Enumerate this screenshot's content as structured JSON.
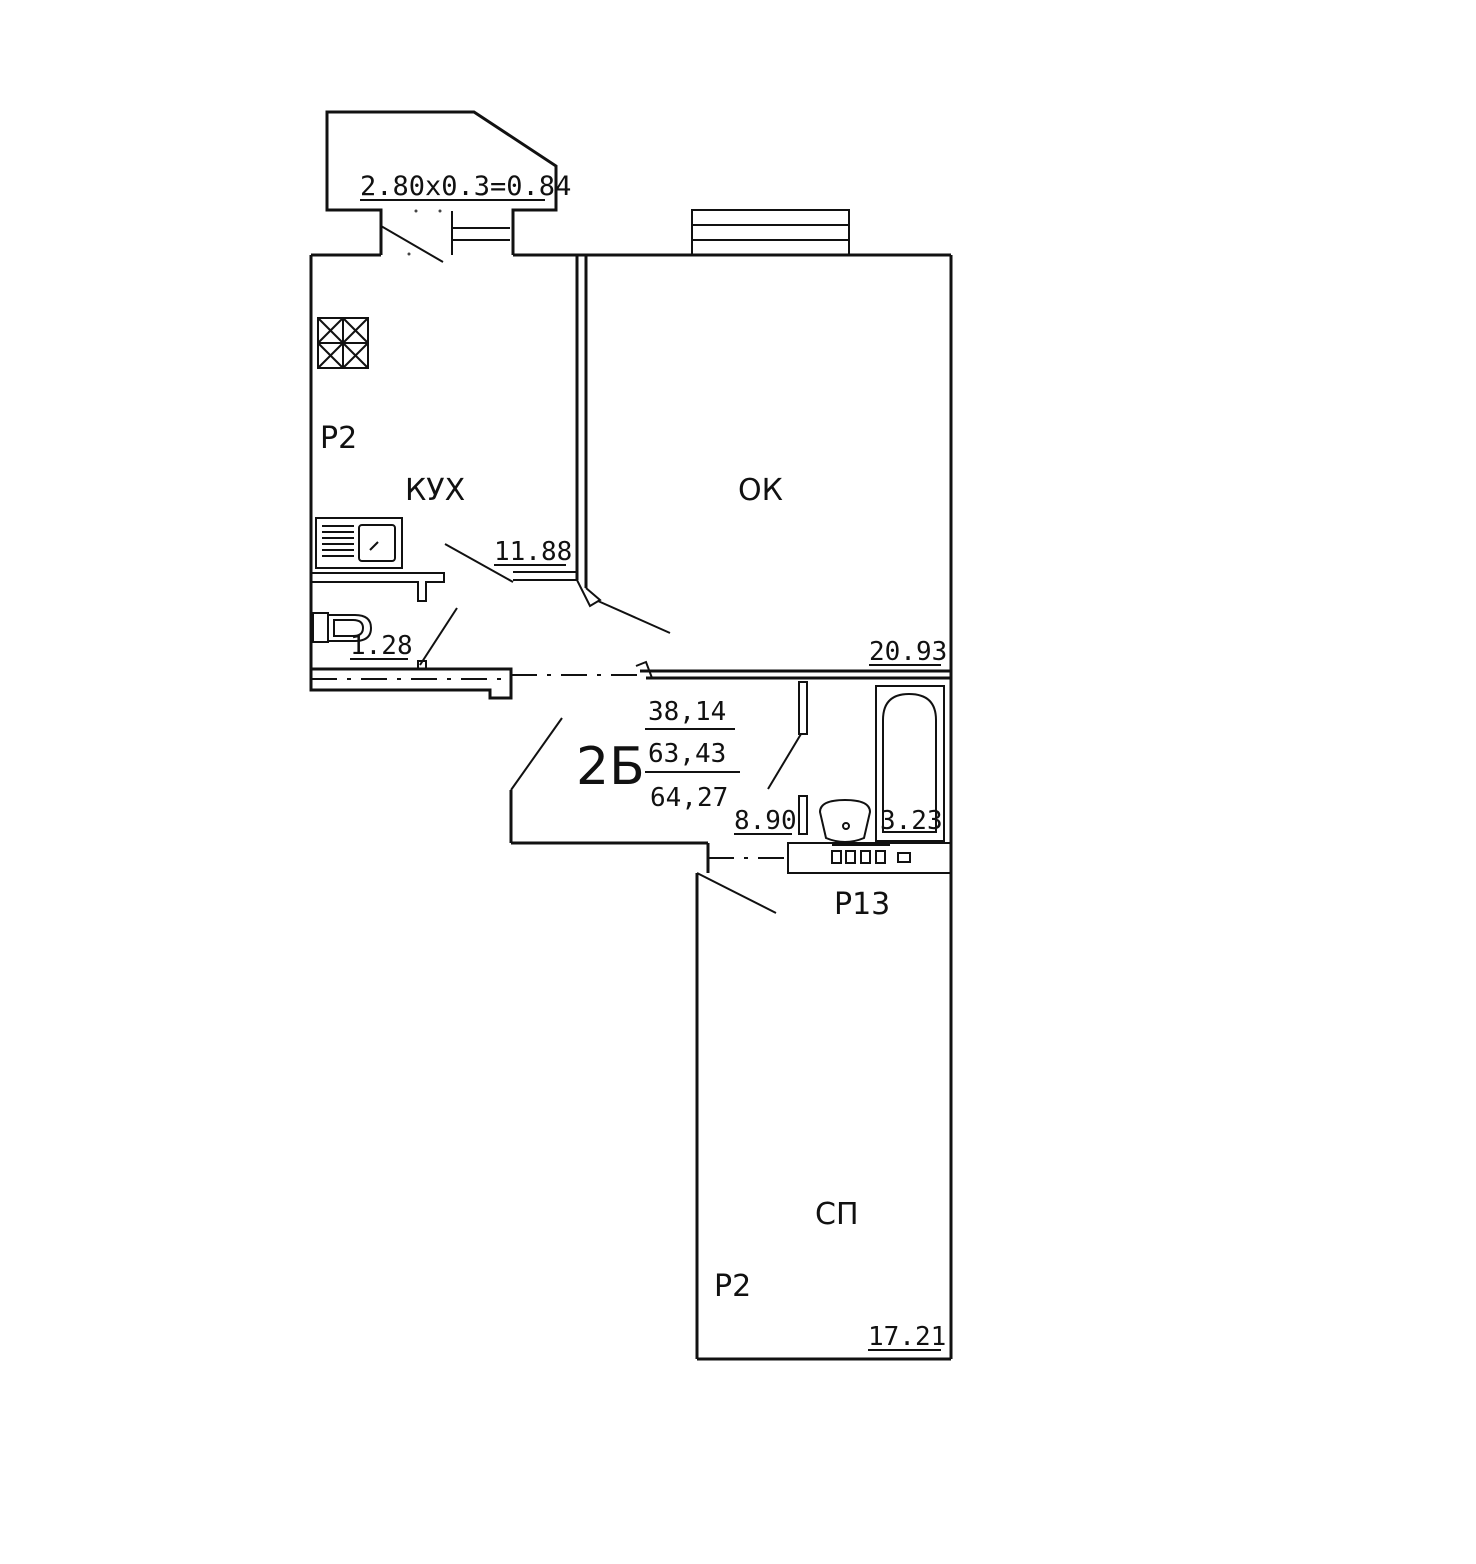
{
  "balcony": {
    "dims": "2.80x0.3=0.84"
  },
  "kitchen": {
    "label": "КУХ",
    "area": "11.88",
    "finish": "Р2"
  },
  "living": {
    "label": "ОК",
    "area": "20.93"
  },
  "toilet": {
    "area": "1.28"
  },
  "bathroom": {
    "area": "3.23",
    "finish": "Р13"
  },
  "hall": {
    "area": "8.90"
  },
  "bedroom": {
    "label": "СП",
    "area": "17.21",
    "finish": "Р2"
  },
  "apartment": {
    "type": "2Б",
    "living_area": "38,14",
    "total_area": "63,43",
    "total_with_balcony": "64,27"
  }
}
